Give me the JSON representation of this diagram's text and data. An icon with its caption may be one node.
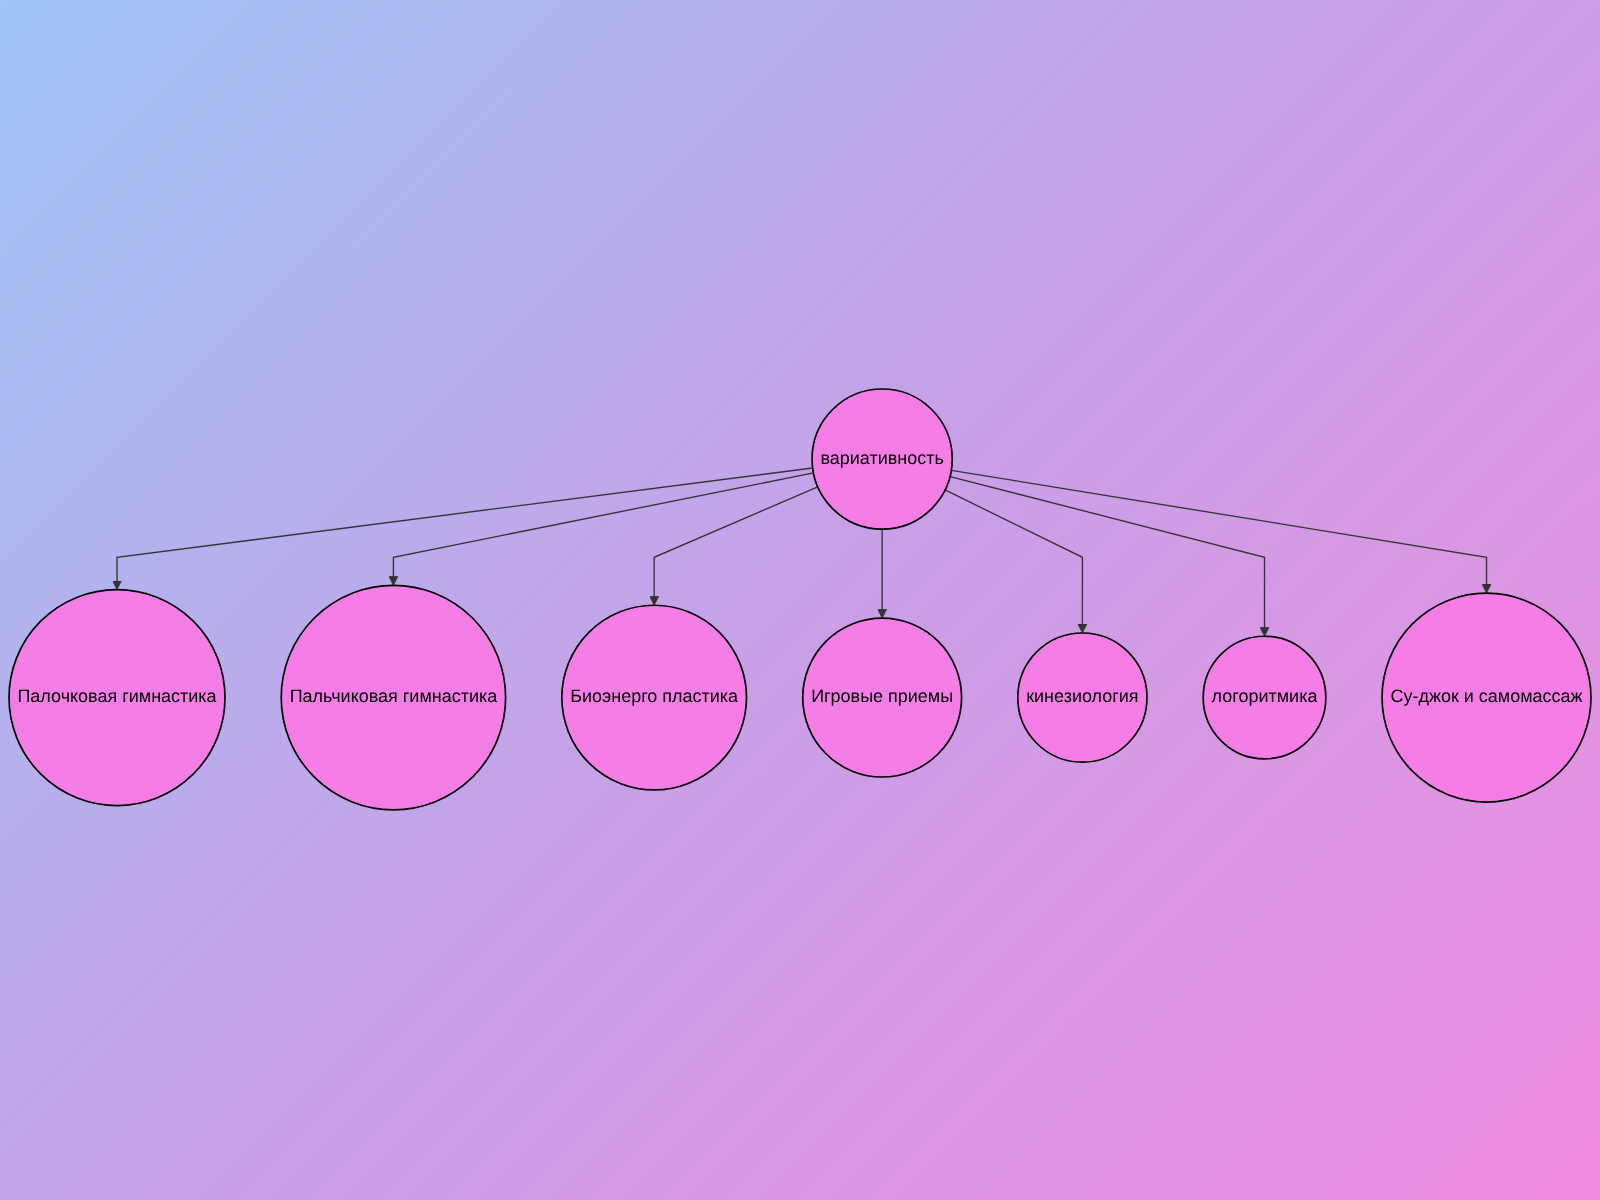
{
  "diagram": {
    "nodes": [
      {
        "text": [
          "вариативность"
        ]
      },
      {
        "text": [
          "Палочковая гимнастика"
        ]
      },
      {
        "text": [
          "Пальчиковая гимнастика"
        ]
      },
      {
        "text": [
          "Биоэнерго пластика"
        ]
      },
      {
        "text": [
          "Игровые приемы"
        ]
      },
      {
        "text": [
          "кинезиология"
        ]
      },
      {
        "text": [
          "логоритмика"
        ]
      },
      {
        "text": [
          "Су-джок и самомассаж"
        ]
      }
    ],
    "edges": [
      {
        "from": 0,
        "to": 1,
        "arrow": "to"
      },
      {
        "from": 0,
        "to": 2,
        "arrow": "to"
      },
      {
        "from": 0,
        "to": 3,
        "arrow": "to"
      },
      {
        "from": 0,
        "to": 4,
        "arrow": "to"
      },
      {
        "from": 0,
        "to": 5,
        "arrow": "to"
      },
      {
        "from": 0,
        "to": 6,
        "arrow": "to"
      },
      {
        "from": 0,
        "to": 7,
        "arrow": "to"
      }
    ]
  }
}
